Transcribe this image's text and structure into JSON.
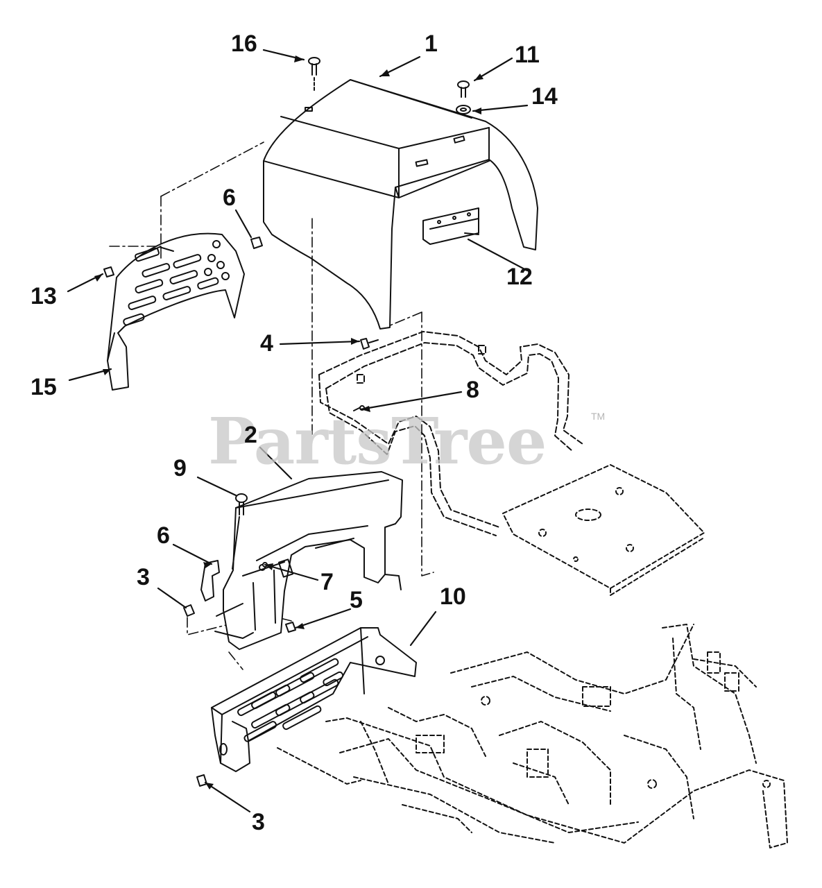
{
  "diagram": {
    "watermark": "PartsTree",
    "trademark": "TM",
    "callouts": [
      {
        "id": "c16",
        "text": "16"
      },
      {
        "id": "c1",
        "text": "1"
      },
      {
        "id": "c11",
        "text": "11"
      },
      {
        "id": "c14",
        "text": "14"
      },
      {
        "id": "c6a",
        "text": "6"
      },
      {
        "id": "c13",
        "text": "13"
      },
      {
        "id": "c12",
        "text": "12"
      },
      {
        "id": "c4",
        "text": "4"
      },
      {
        "id": "c15",
        "text": "15"
      },
      {
        "id": "c8",
        "text": "8"
      },
      {
        "id": "c2",
        "text": "2"
      },
      {
        "id": "c9",
        "text": "9"
      },
      {
        "id": "c6b",
        "text": "6"
      },
      {
        "id": "c7",
        "text": "7"
      },
      {
        "id": "c3a",
        "text": "3"
      },
      {
        "id": "c5",
        "text": "5"
      },
      {
        "id": "c10",
        "text": "10"
      },
      {
        "id": "c3b",
        "text": "3"
      }
    ]
  }
}
